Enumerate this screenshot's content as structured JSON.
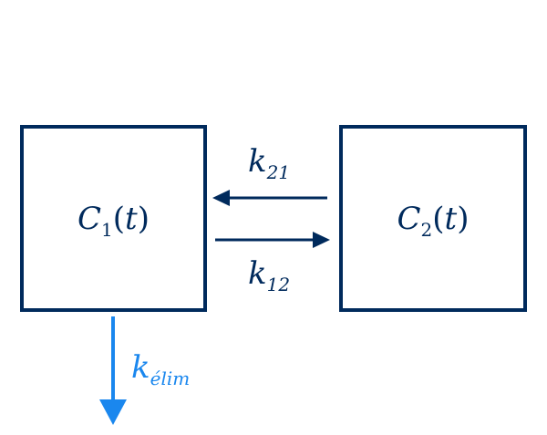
{
  "compartments": [
    {
      "var": "C",
      "sub": "1",
      "arg": "t"
    },
    {
      "var": "C",
      "sub": "2",
      "arg": "t"
    }
  ],
  "rates": {
    "k21": {
      "symbol": "k",
      "sub": "21"
    },
    "k12": {
      "symbol": "k",
      "sub": "12"
    },
    "kelim": {
      "symbol": "k",
      "sub": "élim"
    }
  },
  "colors": {
    "primary": "#002a5c",
    "elimination": "#1a87ee"
  }
}
